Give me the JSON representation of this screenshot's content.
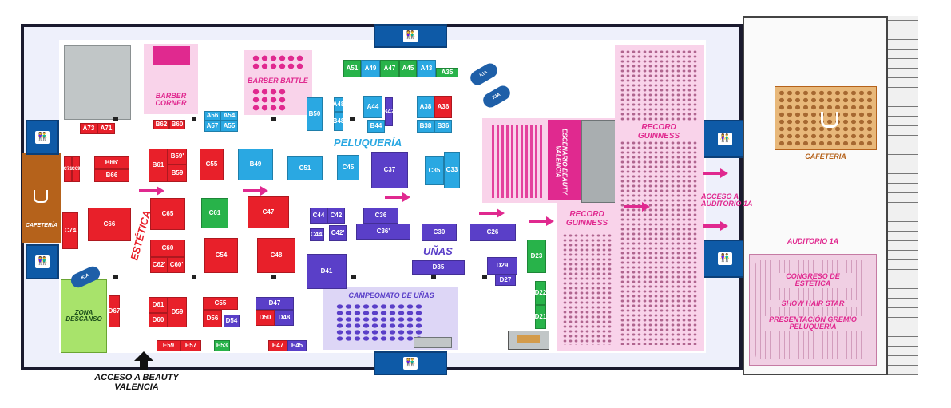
{
  "labels": {
    "peluqueria": "PELUQUERÍA",
    "estetica": "ESTÉTICA",
    "unas": "UÑAS",
    "barber_corner": "BARBER CORNER",
    "barber_battle": "BARBER BATTLE",
    "campeonato": "CAMPEONATO DE UÑAS",
    "escenario": "ESCENARIO BEAUTY VALENCIA",
    "record1": "RECORD GUINNESS",
    "record2": "RECORD GUINNESS",
    "acceso_auditorio": "ACCESO A AUDITORIO 1A",
    "auditorio": "AUDITORIO 1A",
    "cafeteria_left": "CAFETERÍA",
    "cafeteria_right": "CAFETERIA",
    "zona_descanso": "ZONA DESCANSO",
    "acceso_beauty": "ACCESO A BEAUTY VALENCIA",
    "congreso": "CONGRESO DE ESTÉTICA",
    "show_hair": "SHOW HAIR STAR",
    "presentacion": "PRESENTACIÓN GREMIO PELUQUERÍA",
    "kia": "KIA"
  },
  "colors": {
    "estetica": "#e8202a",
    "peluqueria": "#2aa8e2",
    "unas": "#5a3fc8",
    "green": "#28b34a",
    "pink": "#e0298f",
    "cafeteria": "#b5621b",
    "restroom": "#0e5aa7",
    "rest_zone": "#a8e36b"
  },
  "booths": {
    "A73": "A73",
    "A71": "A71",
    "B62": "B62",
    "B60": "B60",
    "A56": "A56",
    "A54": "A54",
    "A57": "A57",
    "A55": "A55",
    "A51": "A51",
    "A49": "A49",
    "A47": "A47",
    "A45": "A45",
    "A43": "A43",
    "A35": "A35",
    "A44": "A44",
    "B42": "B42",
    "B44": "B44",
    "B50": "B50",
    "B48": "B48",
    "A48": "A48",
    "A38": "A38",
    "A36": "A36",
    "B38": "B38",
    "B36": "B36",
    "C71": "C71",
    "C69": "C69",
    "B66p": "B66'",
    "B66": "B66",
    "B61": "B61",
    "B59p": "B59'",
    "B59": "B59",
    "C55a": "C55",
    "B49": "B49",
    "C51": "C51",
    "C45": "C45",
    "C37": "C37",
    "C35": "C35",
    "C33": "C33",
    "C74": "C74",
    "C66": "C66",
    "C65": "C65",
    "C61": "C61",
    "C47": "C47",
    "C44": "C44",
    "C42": "C42",
    "C44p": "C44'",
    "C42p": "C42'",
    "C36": "C36",
    "C36p": "C36'",
    "C30": "C30",
    "C26": "C26",
    "C60": "C60",
    "C62p": "C62'",
    "C60p": "C60'",
    "C54": "C54",
    "C48": "C48",
    "D41": "D41",
    "D35": "D35",
    "D29": "D29",
    "D27": "D27",
    "D23": "D23",
    "D22": "D22",
    "D21": "D21",
    "D67": "D67",
    "D61": "D61",
    "D59": "D59",
    "D60": "D60",
    "C55b": "C55",
    "D56": "D56",
    "D54": "D54",
    "D47": "D47",
    "D50": "D50",
    "D48": "D48",
    "E59": "E59",
    "E57": "E57",
    "E53": "E53",
    "E47": "E47",
    "E45": "E45"
  }
}
